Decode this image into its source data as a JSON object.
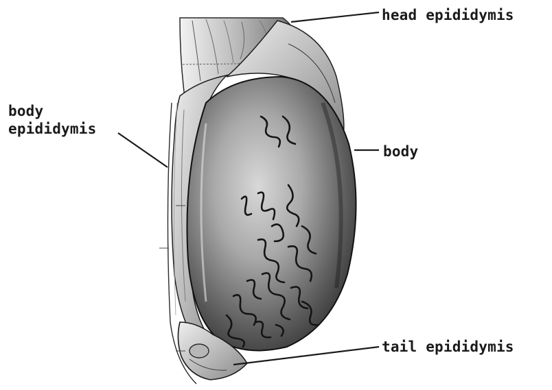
{
  "labels": {
    "head": "head epididymis",
    "body": "body",
    "body_epididymis_line1": "body",
    "body_epididymis_line2": "epididymis",
    "tail": "tail epididymis"
  },
  "colors": {
    "ink": "#1a1a1a",
    "paper": "#ffffff",
    "shade_dark": "#222222",
    "shade_mid": "#6e6e6e",
    "shade_light": "#c9c9c9"
  }
}
